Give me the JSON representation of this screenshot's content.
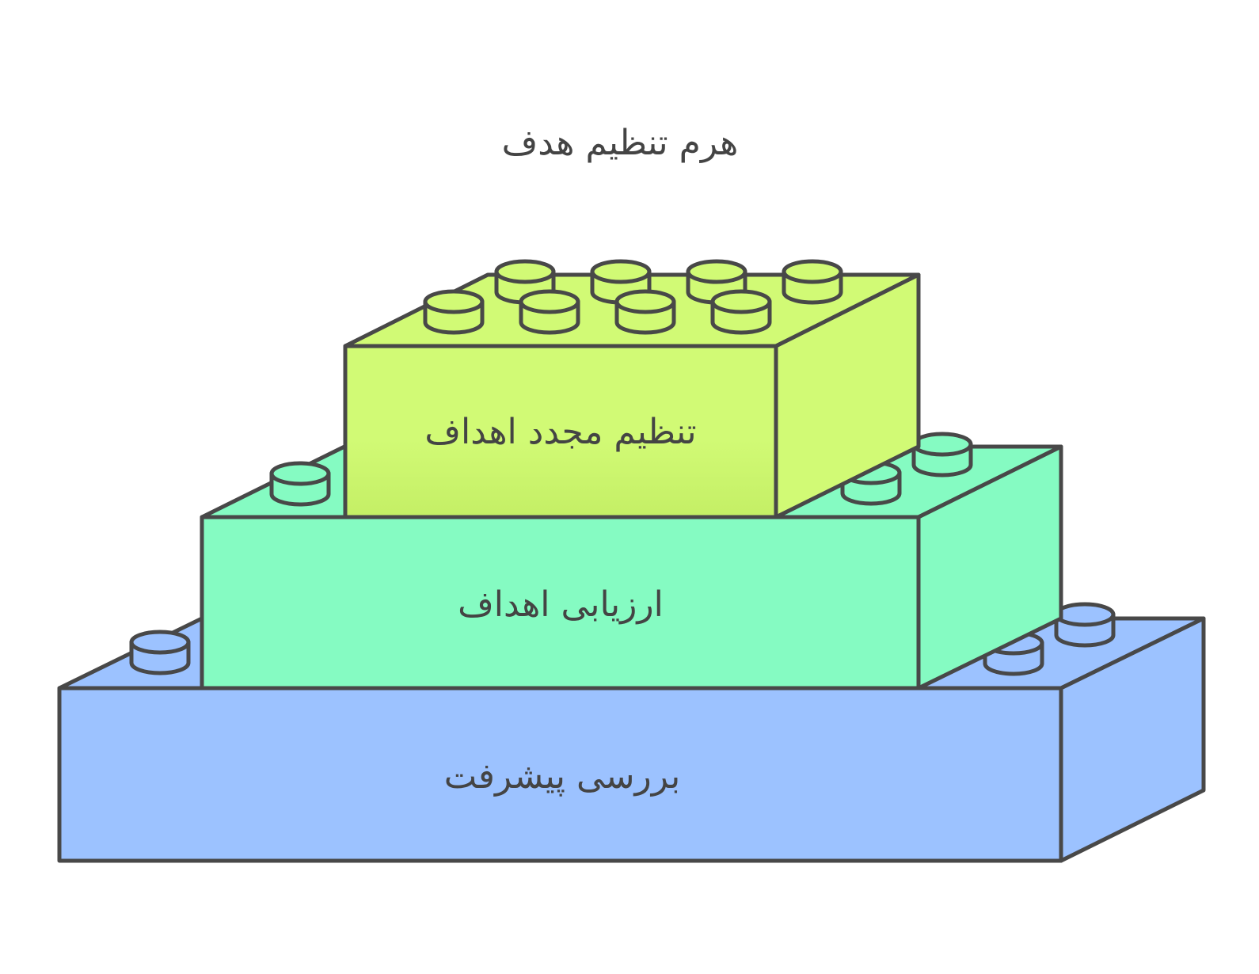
{
  "title": "هرم تنظیم هدف",
  "layers": [
    {
      "id": "bottom",
      "label": "بررسی پیشرفت",
      "colors": {
        "front": "#9cc2ff",
        "top": "#9cc2ff",
        "side": "#9cc2ff",
        "stud": "#9cc2ff"
      }
    },
    {
      "id": "middle",
      "label": "ارزیابی اهداف",
      "colors": {
        "front": "#85fbc2",
        "top": "#85fbc2",
        "side": "#85fbc2",
        "stud": "#85fbc2"
      }
    },
    {
      "id": "top",
      "label": "تنظیم مجدد اهداف",
      "colors": {
        "front": "#d1fa75",
        "frontShade": "#c4ef65",
        "top": "#d1fa75",
        "side": "#d1fa75",
        "stud": "#d1fa75"
      }
    }
  ],
  "outline_color": "#484848",
  "text_color": "#444444"
}
